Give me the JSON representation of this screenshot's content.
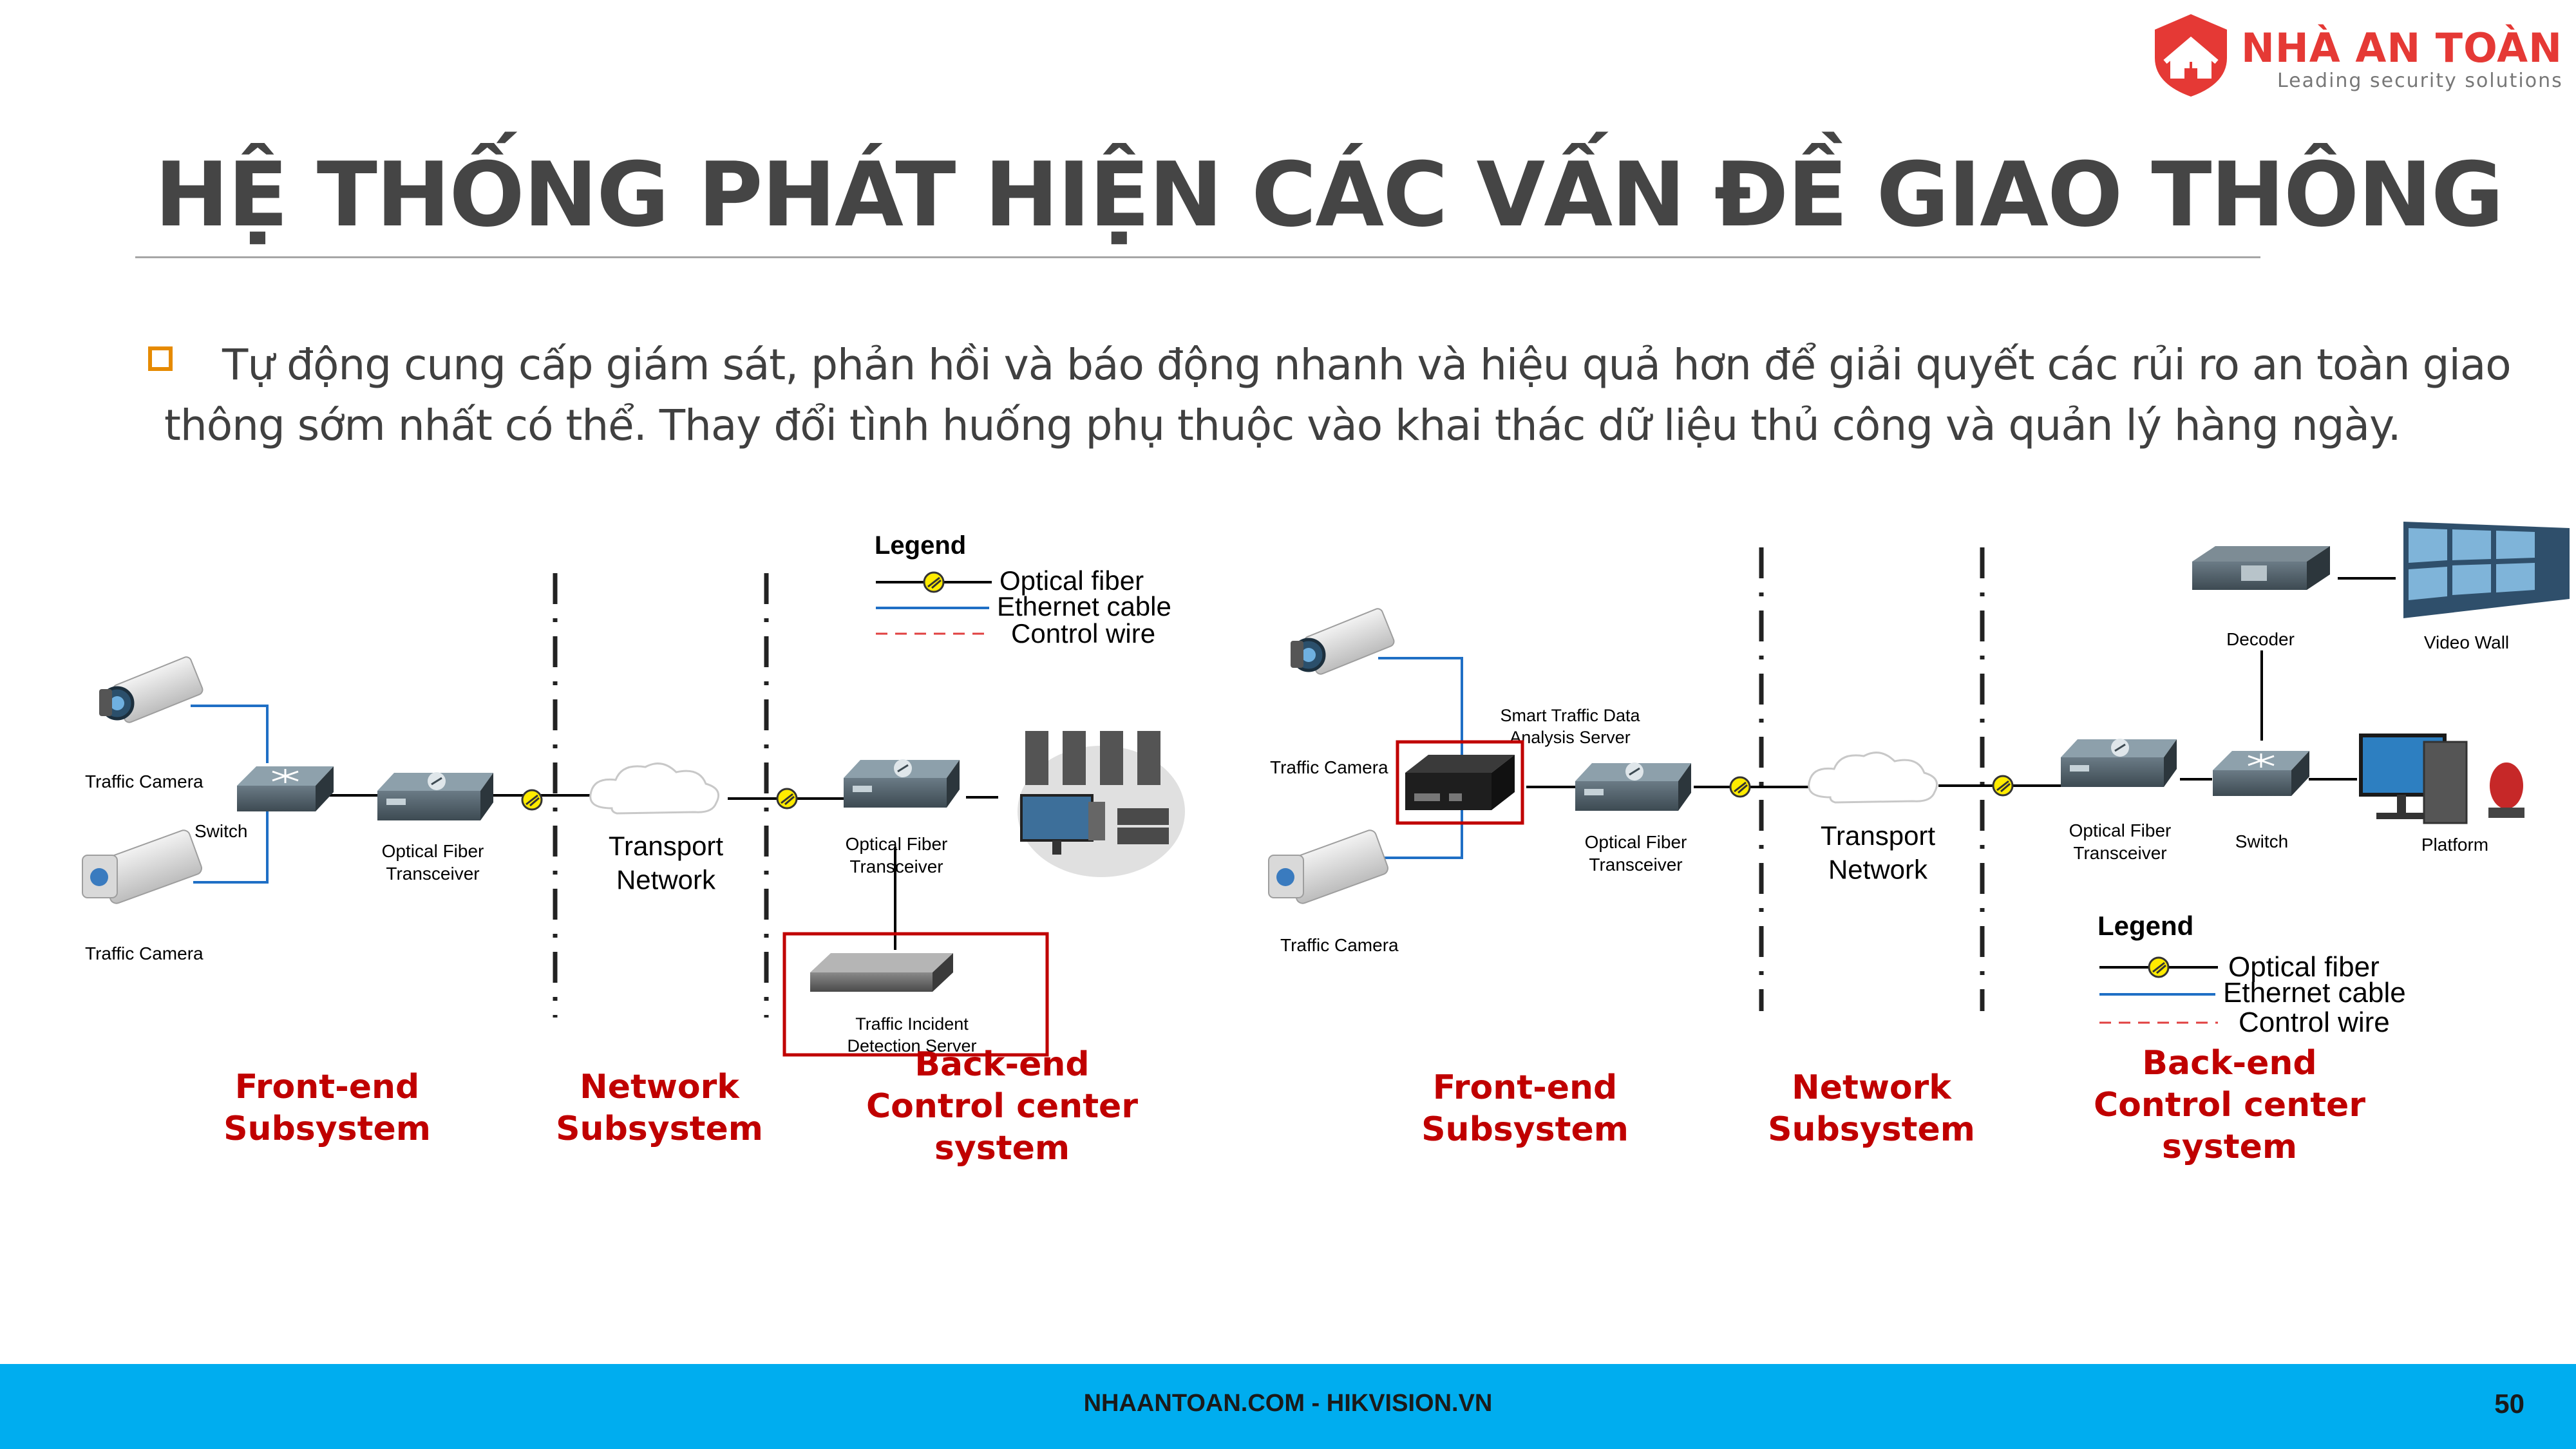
{
  "brand": {
    "name": "NHÀ AN TOÀN",
    "tagline": "Leading security solutions",
    "color": "#e53935"
  },
  "title": "HỆ THỐNG PHÁT HIỆN CÁC VẤN ĐỀ GIAO THÔNG",
  "description": "Tự động cung cấp giám sát, phản hồi và báo động nhanh và hiệu quả hơn để giải quyết các rủi ro an toàn giao thông sớm nhất có thể. Thay đổi tình huống phụ thuộc vào khai thác dữ liệu thủ công và quản lý hàng ngày.",
  "colors": {
    "accent_red": "#c00000",
    "ethernet": "#1f6fc5",
    "control_wire": "#e04040",
    "footer": "#00adef",
    "bullet": "#e68a00"
  },
  "legend": {
    "title": "Legend",
    "items": [
      {
        "label": "Optical fiber",
        "line": "fiber"
      },
      {
        "label": "Ethernet cable",
        "line": "ethernet"
      },
      {
        "label": "Control wire",
        "line": "control"
      }
    ]
  },
  "left_diagram": {
    "nodes": {
      "camera_top": "Traffic Camera",
      "camera_bottom": "Traffic Camera",
      "switch": "Switch",
      "fiber_front": "Optical Fiber\nTransceiver",
      "transport": "Transport\nNetwork",
      "fiber_back": "Optical Fiber\nTransceiver",
      "incident_server": "Traffic Incident\nDetection Server"
    },
    "sections": [
      {
        "label": "Front-end\nSubsystem"
      },
      {
        "label": "Network\nSubsystem"
      },
      {
        "label": "Back-end\nControl center\nsystem"
      }
    ]
  },
  "right_diagram": {
    "nodes": {
      "camera_top": "Traffic Camera",
      "camera_bottom": "Traffic Camera",
      "analysis_server": "Smart Traffic Data\nAnalysis Server",
      "fiber_front": "Optical Fiber\nTransceiver",
      "transport": "Transport\nNetwork",
      "fiber_back": "Optical Fiber\nTransceiver",
      "switch": "Switch",
      "decoder": "Decoder",
      "video_wall": "Video Wall",
      "platform": "Platform"
    },
    "sections": [
      {
        "label": "Front-end\nSubsystem"
      },
      {
        "label": "Network\nSubsystem"
      },
      {
        "label": "Back-end\nControl center\nsystem"
      }
    ]
  },
  "footer": {
    "text": "NHAANTOAN.COM - HIKVISION.VN",
    "page_number": "50"
  }
}
